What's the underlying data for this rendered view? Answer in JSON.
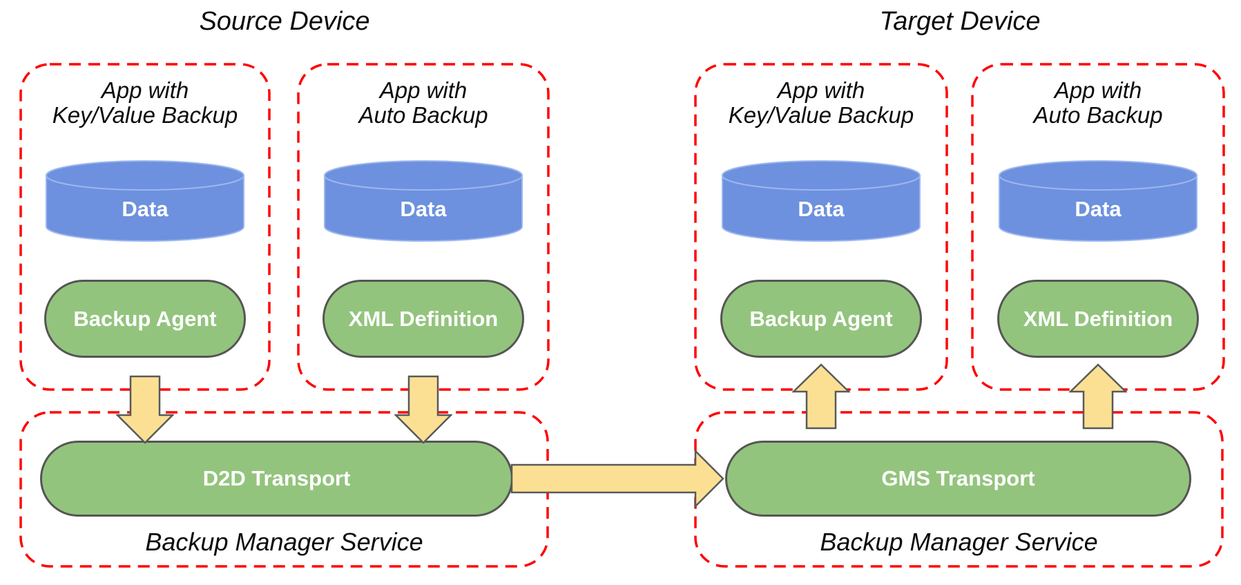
{
  "colors": {
    "box-dash": "#fe0000",
    "node-green": "#93c47d",
    "node-border": "#555555",
    "cyl-blue": "#6d91de",
    "cyl-rim": "#9db7ee",
    "arrow-yellow": "#fbe094",
    "arrow-border": "#595959",
    "text-dark": "#0b0b0b",
    "text-light": "#ffffff"
  },
  "source": {
    "title": "Source Device",
    "apps": [
      {
        "name_line1": "App with",
        "name_line2": "Key/Value Backup",
        "data_label": "Data",
        "component_label": "Backup Agent"
      },
      {
        "name_line1": "App with",
        "name_line2": "Auto Backup",
        "data_label": "Data",
        "component_label": "XML Definition"
      }
    ],
    "service": {
      "transport": "D2D Transport",
      "label": "Backup Manager Service"
    }
  },
  "target": {
    "title": "Target Device",
    "apps": [
      {
        "name_line1": "App with",
        "name_line2": "Key/Value Backup",
        "data_label": "Data",
        "component_label": "Backup Agent"
      },
      {
        "name_line1": "App with",
        "name_line2": "Auto Backup",
        "data_label": "Data",
        "component_label": "XML Definition"
      }
    ],
    "service": {
      "transport": "GMS Transport",
      "label": "Backup Manager Service"
    }
  }
}
